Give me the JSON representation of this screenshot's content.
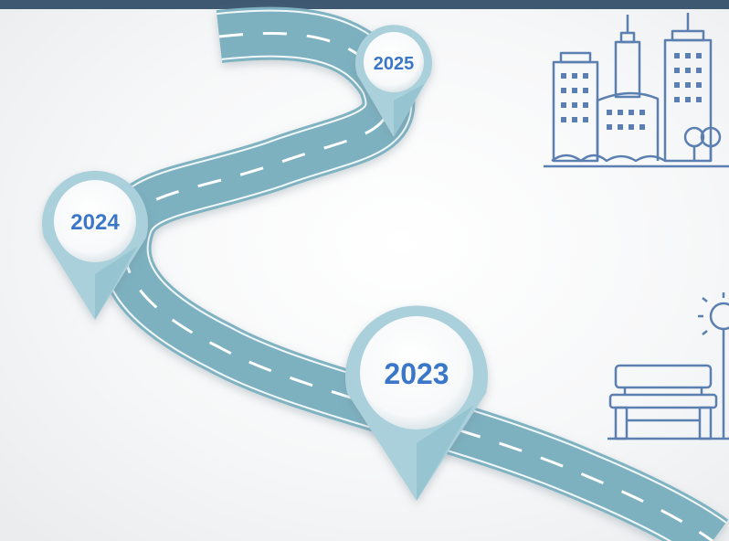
{
  "milestones": [
    {
      "year": "2023"
    },
    {
      "year": "2024"
    },
    {
      "year": "2025"
    }
  ],
  "colors": {
    "top_bar": "#3f5872",
    "road": "#7fb3c2",
    "road_edge": "#ffffff",
    "pin": "#a9d0db",
    "year_text": "#3b77c8",
    "icon_line": "#5b7fb0"
  },
  "icons": [
    "city-buildings-icon",
    "park-bench-streetlamp-icon"
  ]
}
